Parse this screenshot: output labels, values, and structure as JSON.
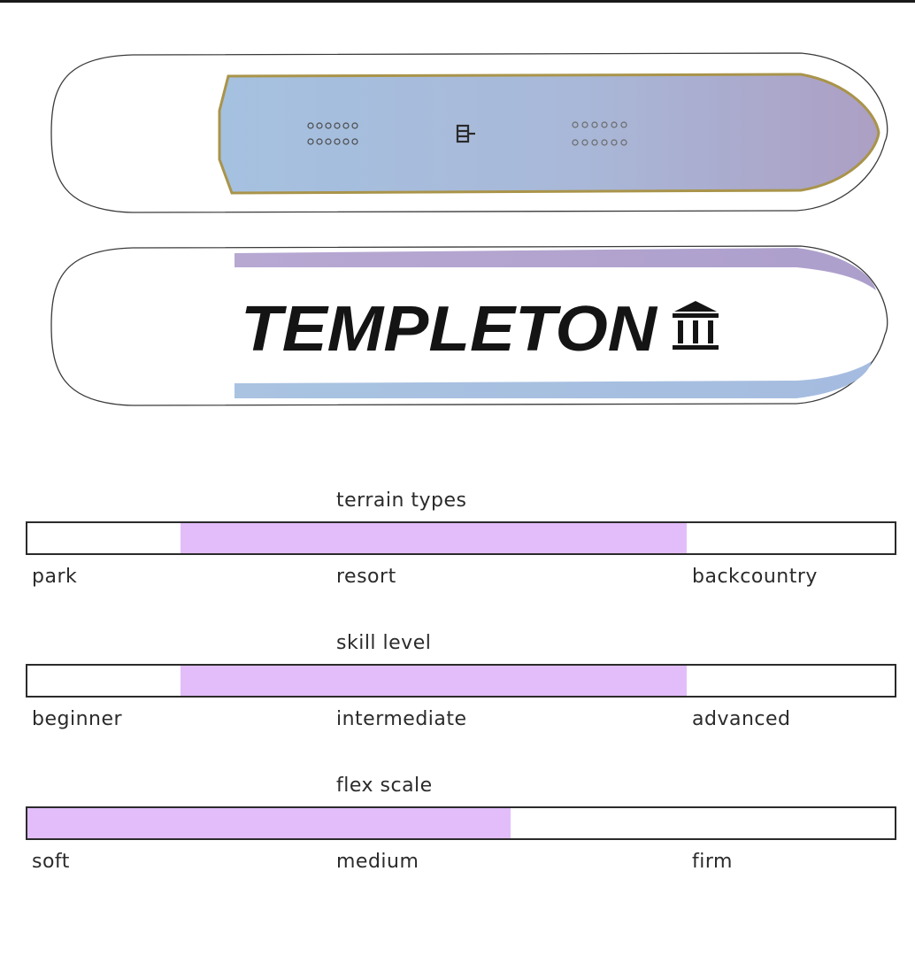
{
  "brand": {
    "wordmark": "TEMPLETON",
    "logo_icon": "temple-icon",
    "insert_logo_icon": "brand-mark-icon"
  },
  "colors": {
    "accent_fill": "#e2bdfa",
    "topsheet_start": "#a5c1e0",
    "topsheet_end": "#ac9fc4",
    "edge_gold": "#a9944a",
    "outline": "#2b2b2b"
  },
  "scales": [
    {
      "title": "terrain types",
      "range": [
        0.177,
        0.76
      ],
      "labels": [
        "park",
        "resort",
        "backcountry"
      ]
    },
    {
      "title": "skill level",
      "range": [
        0.177,
        0.76
      ],
      "labels": [
        "beginner",
        "intermediate",
        "advanced"
      ]
    },
    {
      "title": "flex scale",
      "range": [
        0,
        0.557
      ],
      "labels": [
        "soft",
        "medium",
        "firm"
      ]
    }
  ]
}
